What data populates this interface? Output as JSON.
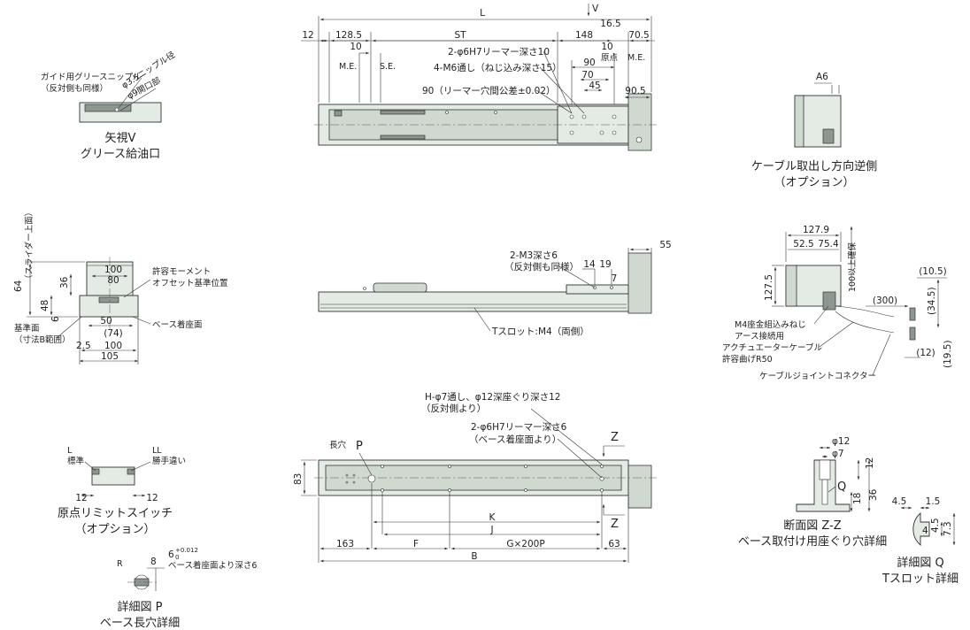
{
  "top_view": {
    "dims": [
      "L",
      "12",
      "128.5",
      "ST",
      "148",
      "16.5",
      "70.5",
      "10",
      "10",
      "90",
      "70",
      "45",
      "90.5"
    ],
    "arrow_v": "V",
    "labels": {
      "me_left": "M.E.",
      "se": "S.E.",
      "origin": "原点",
      "me_right": "M.E.",
      "reamer": "2-φ6H7リーマー深さ10",
      "m6": "4-M6通し（ねじ込み深さ15）",
      "pitch": "90（リーマー穴間公差±0.02）"
    }
  },
  "view_v": {
    "note1": "ガイド用グリースニップル",
    "note2": "（反対側も同様）",
    "phi35": "φ3.5ニップル径",
    "phi9": "φ9開口部",
    "title1": "矢視V",
    "title2": "グリース給油口"
  },
  "cable_reverse": {
    "dim": "A6",
    "title1": "ケーブル取出し方向逆側",
    "title2": "（オプション）"
  },
  "end_view": {
    "dims": [
      "100",
      "80",
      "36",
      "48",
      "6",
      "50",
      "(74)",
      "2.5",
      "100",
      "105"
    ],
    "slider_height": "64",
    "slider_label": "（スライダー上面）",
    "moment": "許容モーメント",
    "offset": "オフセット基準位置",
    "base": "ベース着座面",
    "ref1": "基準面",
    "ref2": "（寸法B範囲）"
  },
  "side_view": {
    "m3": "2-M3深さ6",
    "m3_sub": "（反対側も同様）",
    "dims": [
      "14",
      "19",
      "7",
      "55"
    ],
    "tslot": "Tスロット:M4（両側）"
  },
  "motor_view": {
    "dims": [
      "127.9",
      "52.5",
      "75.4",
      "127.5",
      "100以上確保",
      "(300)",
      "(10.5)",
      "(34.5)",
      "(12)",
      "(19.5)"
    ],
    "ground1": "M4座金組込みねじ",
    "ground2": "アース接続用",
    "cable1": "アクチュエーターケーブル",
    "cable2": "許容曲げR50",
    "connector": "ケーブルジョイントコネクター"
  },
  "limit_switch": {
    "l": "L",
    "std": "標準",
    "ll": "LL",
    "rev": "勝手違い",
    "dims": [
      "12",
      "12"
    ],
    "title1": "原点リミットスイッチ",
    "title2": "（オプション）"
  },
  "base_view": {
    "h_holes1": "H-φ7通し、φ12深座ぐり深さ12",
    "h_holes1_sub": "（反対側より）",
    "reamer1": "2-φ6H7リーマー深さ6",
    "reamer1_sub": "（ベース着座面より）",
    "long_hole": "長穴",
    "p": "P",
    "z1": "Z",
    "z2": "Z",
    "dims": [
      "83",
      "K",
      "J",
      "163",
      "F",
      "G×200P",
      "63",
      "B"
    ]
  },
  "detail_p": {
    "dims": [
      "R",
      "8"
    ],
    "tol": "6",
    "tol_sup": "+0.012",
    "tol_sub": "0",
    "note": "ベース着座面より深さ6",
    "title1": "詳細図 P",
    "title2": "ベース長穴詳細"
  },
  "section_zz": {
    "dims": [
      "φ12",
      "φ7",
      "12",
      "36",
      "18"
    ],
    "q": "Q",
    "title1": "断面図 Z-Z",
    "title2": "ベース取付け用座ぐり穴詳細"
  },
  "detail_q": {
    "dims": [
      "4.5",
      "1.5",
      "4.5",
      "7.3",
      "4"
    ],
    "title1": "詳細図 Q",
    "title2": "Tスロット詳細"
  }
}
